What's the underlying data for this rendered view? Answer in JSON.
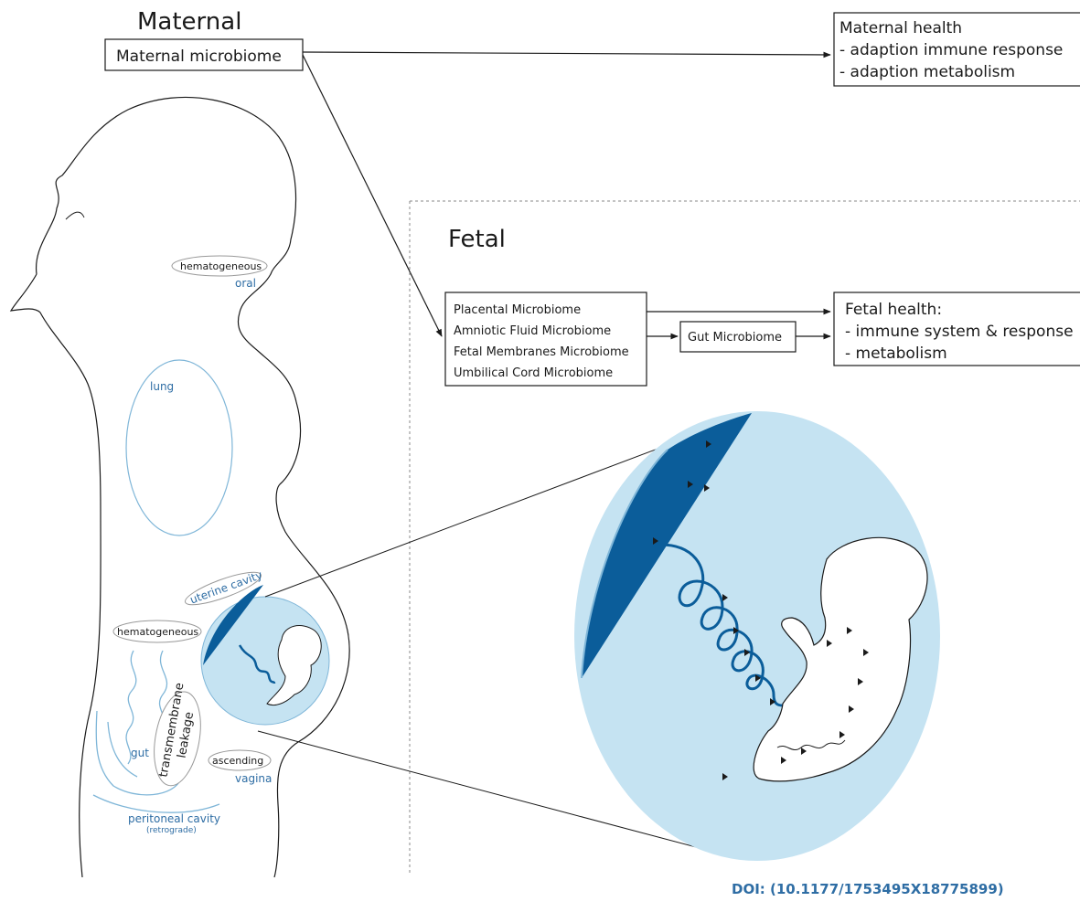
{
  "maternal": {
    "heading": "Maternal",
    "microbiome_label": "Maternal microbiome",
    "health": {
      "title": "Maternal health",
      "items": [
        "- adaption immune response",
        "- adaption metabolism"
      ]
    }
  },
  "fetal": {
    "heading": "Fetal",
    "microbiomes": [
      "Placental Microbiome",
      "Amniotic Fluid Microbiome",
      "Fetal Membranes Microbiome",
      "Umbilical Cord Microbiome"
    ],
    "gut_label": "Gut Microbiome",
    "health": {
      "title": "Fetal health:",
      "items": [
        "- immune system & response",
        "- metabolism"
      ]
    }
  },
  "body_labels": {
    "hematogeneous_top": "hematogeneous",
    "oral": "oral",
    "lung": "lung",
    "uterine_cavity": "uterine cavity",
    "hematogeneous_mid": "hematogeneous",
    "gut": "gut",
    "transmembrane_line1": "transmembrane",
    "transmembrane_line2": "leakage",
    "ascending": "ascending",
    "vagina": "vagina",
    "peritoneal": "peritoneal cavity",
    "retrograde": "(retrograde)"
  },
  "doi": "DOI: (10.1177/1753495X18775899)",
  "colors": {
    "light_blue": "#c5e3f2",
    "dark_blue": "#0b5d9a",
    "organ_blue": "#2e6da4",
    "line": "#1a1a1a"
  }
}
